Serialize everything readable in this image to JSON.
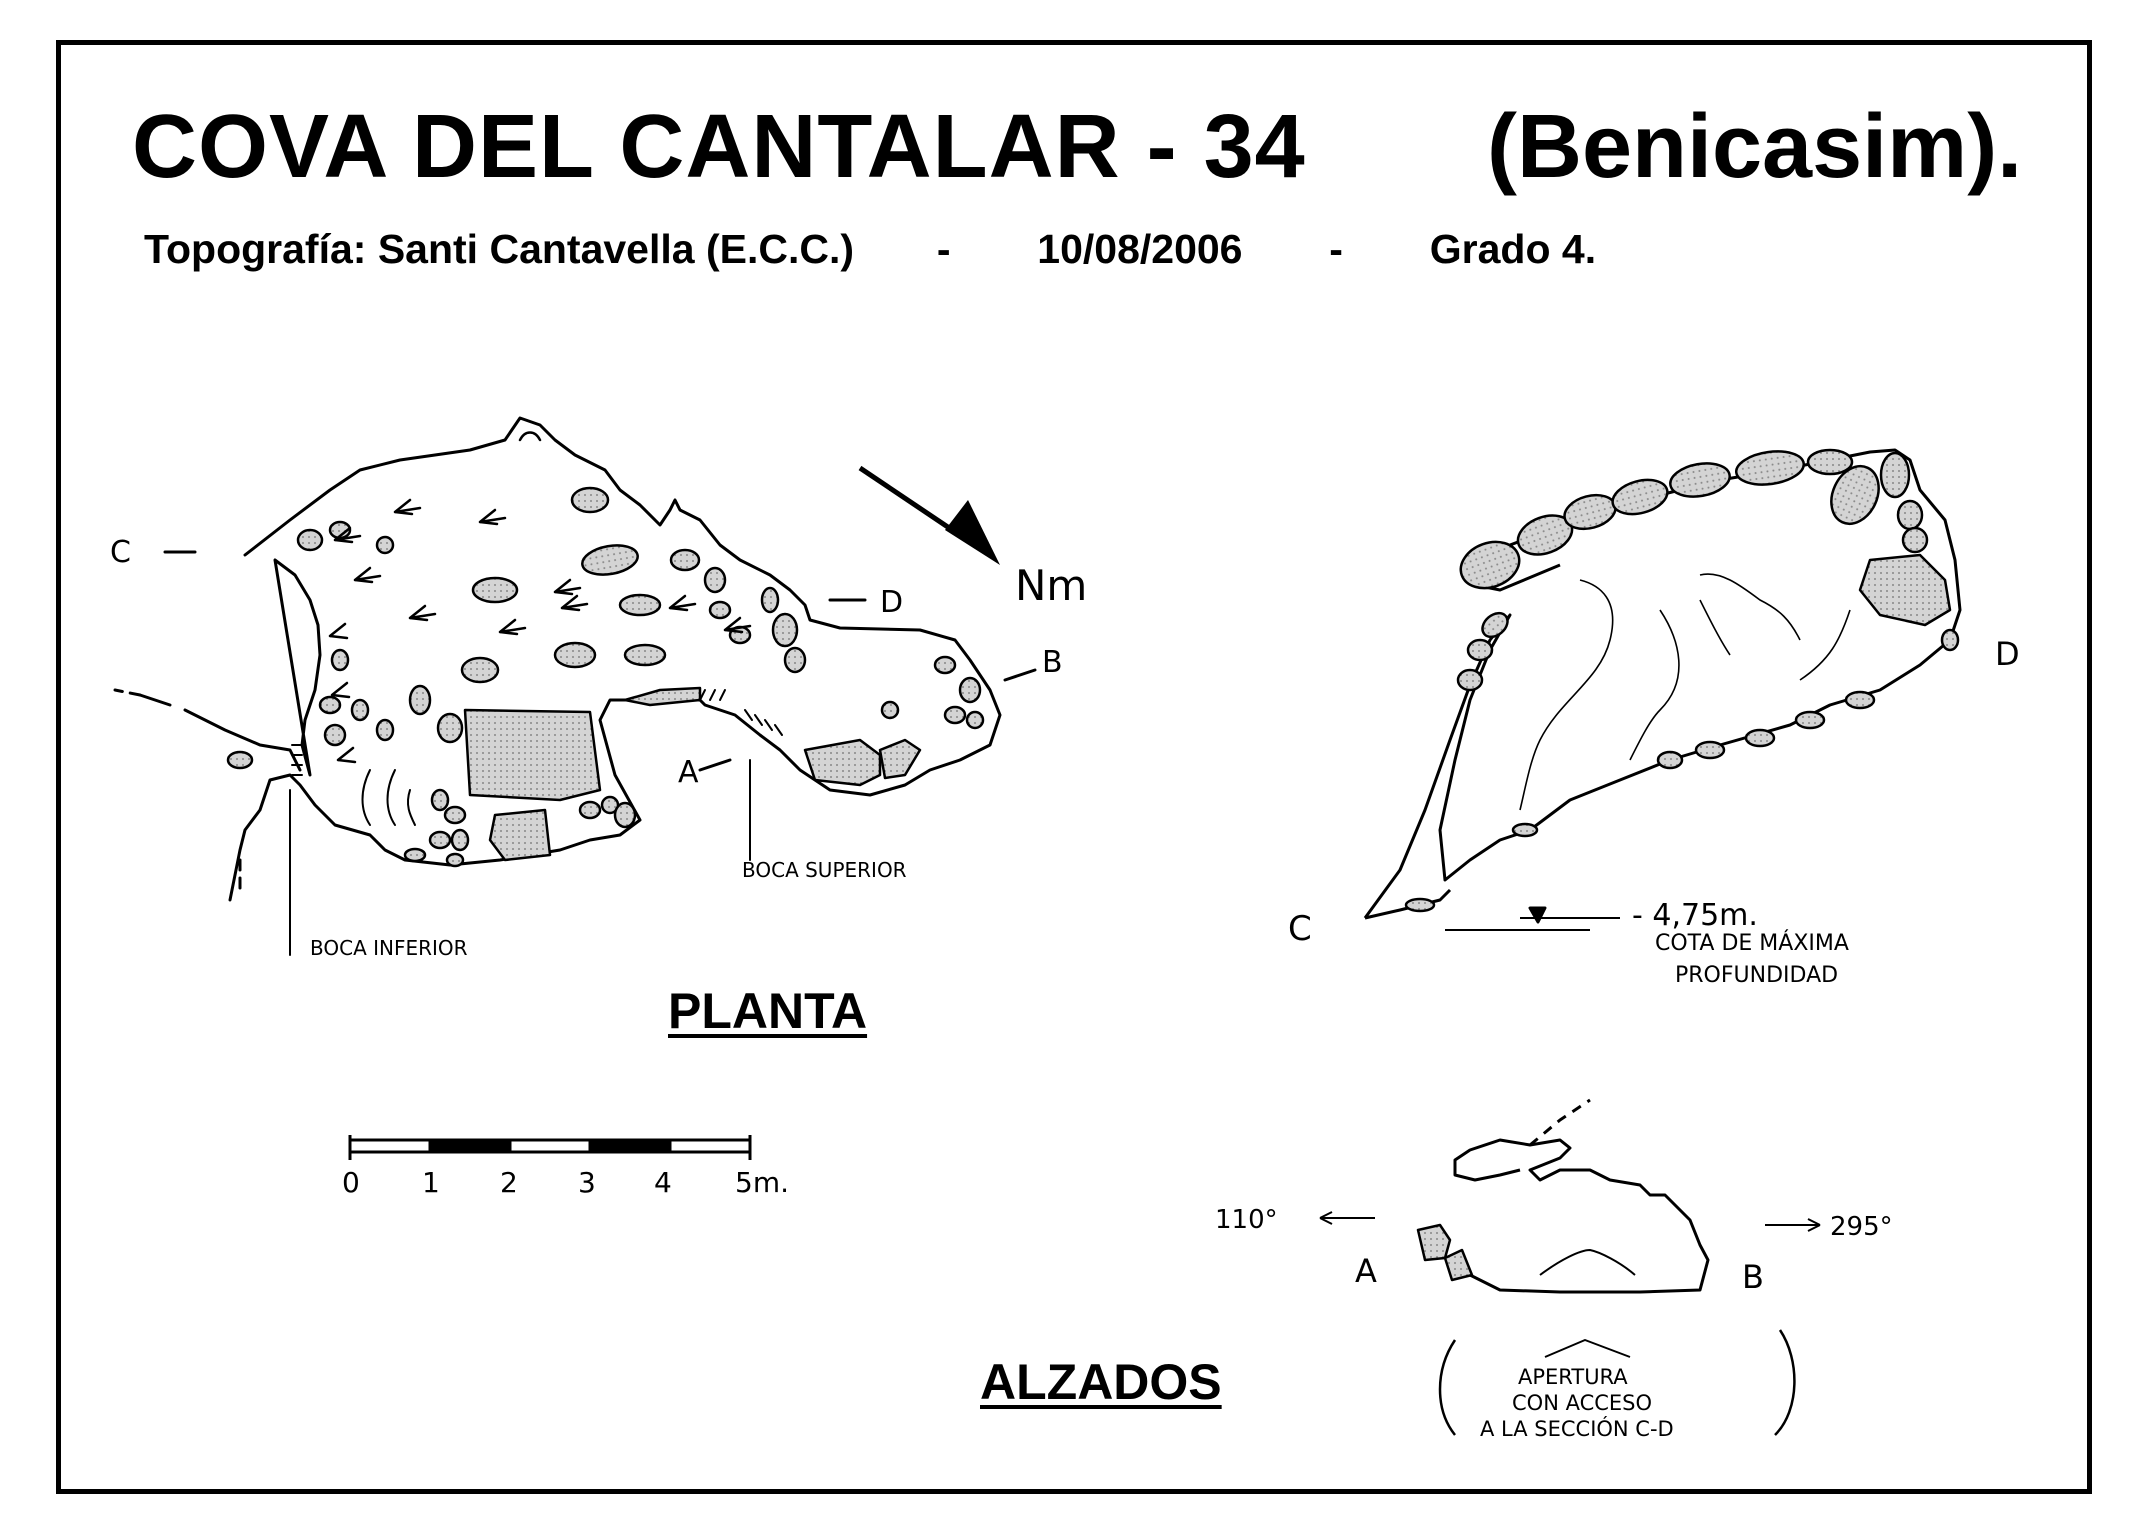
{
  "title": {
    "cave_name": "COVA  DEL  CANTALAR - 34",
    "location": "(Benicasim)."
  },
  "subtitle": {
    "topography": "Topografía:  Santi Cantavella  (E.C.C.)",
    "separator": "-",
    "date": "10/08/2006",
    "grade": "Grado  4."
  },
  "plan_view": {
    "heading": "PLANTA",
    "north_label": "Nm",
    "section_markers": {
      "c": "C",
      "d": "D",
      "b": "B",
      "a": "A"
    },
    "entrance_lower": "BOCA INFERIOR",
    "entrance_upper": "BOCA SUPERIOR"
  },
  "scale_bar": {
    "ticks": [
      "0",
      "1",
      "2",
      "3",
      "4",
      "5m."
    ]
  },
  "section_cd": {
    "marker_c": "C",
    "marker_d": "D",
    "depth_value": "- 4,75m.",
    "depth_caption_line1": "COTA DE MÁXIMA",
    "depth_caption_line2": "PROFUNDIDAD"
  },
  "section_ab": {
    "heading": "ALZADOS",
    "bearing_left": "110°",
    "bearing_right": "295°",
    "marker_a": "A",
    "marker_b": "B",
    "note_line1": "APERTURA",
    "note_line2": "CON ACCESO",
    "note_line3": "A LA SECCIÓN C-D"
  },
  "colors": {
    "ink": "#000000",
    "paper": "#ffffff",
    "boulder_fill": "#c8c8c8"
  }
}
